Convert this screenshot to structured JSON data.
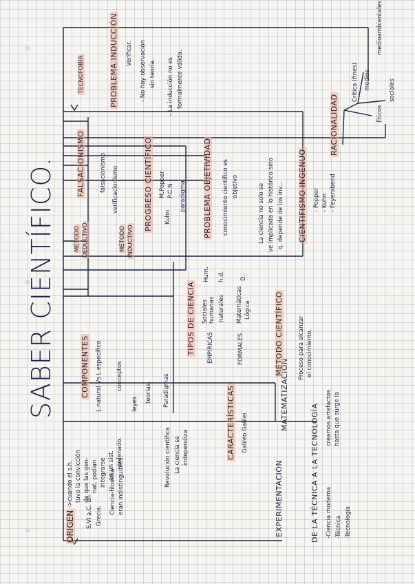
{
  "title": "SABER CIENTÍFICO.",
  "origen": {
    "label": "ORIGEN",
    "defn": [
      "->cuando el s.h.",
      "tuvo la convicción",
      "de que las gen-",
      "nat. podían",
      "integrarse",
      "en un sist.",
      "ordenado."
    ],
    "siglo": "S.VI a.C. en",
    "grecia": "Grecia.",
    "c1": "Ciencia-filosofía",
    "c2": "eran indistinguibles.",
    "r1": "Revolución científica",
    "r2": "La ciencia se",
    "r3": "independiza"
  },
  "componentes": {
    "label": "COMPONENTES",
    "lang": "L.natural Vs L.específico",
    "items": [
      "conceptos",
      "leyes",
      "teorías.",
      "Paradigmas"
    ]
  },
  "caracteristicas": {
    "label": "CARACTERÍSTICAS",
    "galileo": "Galileo Galilei"
  },
  "experimentacion": "EXPERIMENTACIÓN",
  "matematizacion": "MATEMATIZACIÓN",
  "tecnica": {
    "label": "DE LA TÉCNICA A LA TECNOLOGÍA",
    "items": [
      "-Ciencia moderna",
      "-Técnica",
      "-Tecnología"
    ],
    "note1": "creamos artefactos",
    "note2": "hasta que surge la"
  },
  "tipos": {
    "label": "TIPOS DE CIENCIA",
    "empiricas": "EMPÍRICAS",
    "sociales": "Sociales",
    "humanas": "humanas",
    "naturales": "naturales",
    "hum": "Hum.",
    "hd": "h.d.",
    "formales": "FORMALES",
    "mat": "Matemáticas",
    "logica": "Lógica",
    "d": "D."
  },
  "metodo": {
    "label": "MÉTODO CIENTÍFICO",
    "desc1": "Proceso para alcanzar",
    "desc2": "el conocimiento."
  },
  "deductivo": {
    "l1": "MÉTODO",
    "l2": "DEDUCTIVO"
  },
  "inductivo": {
    "l1": "MÉTODO",
    "l2": "INDUCTIVO"
  },
  "falsacionismo": {
    "label": "FALSACIONISMO",
    "ej": "falsacionismo"
  },
  "verificacionismo": "verificacionismo",
  "progreso": {
    "label": "PROGRESO CIENTÍFICO",
    "line1": "M.Popper",
    "line2": "Kuhn",
    "line3": "P.C.N",
    "line4": "paradigma"
  },
  "objetividad": {
    "label": "PROBLEMA OBJETIVIDAD",
    "p1": "conocimiento científico es",
    "p2": "objetivo",
    "p3": "La ciencia no solo se",
    "p4": "ve implicada en lo histórico sino",
    "p5": "q. depende de los inv..."
  },
  "ingenuo": {
    "label": "CIENTIFISMO INGENUO",
    "items": [
      "- Popper",
      "- Kuhn",
      "- Feyerabend"
    ]
  },
  "racionalidad": {
    "label": "RACIONALIDAD",
    "critica": "Crítica",
    "fines": "(fines)",
    "medios": "medios",
    "eticos": "Éticos",
    "sociales": "sociales",
    "medio": "medioambientales"
  },
  "tecnofobia": "TECNOFOBIA",
  "induccion": {
    "label": "PROBLEMA INDUCCIÓN",
    "n1": "Verificar.",
    "n2": "- No hay observación",
    "n3": "sin teoría.",
    "n4": "- La inducción no es",
    "n5": "formalmente válida."
  },
  "colors": {
    "ink": "#1c2340",
    "highlight": "#f0af96",
    "grid": "#96a0af"
  }
}
